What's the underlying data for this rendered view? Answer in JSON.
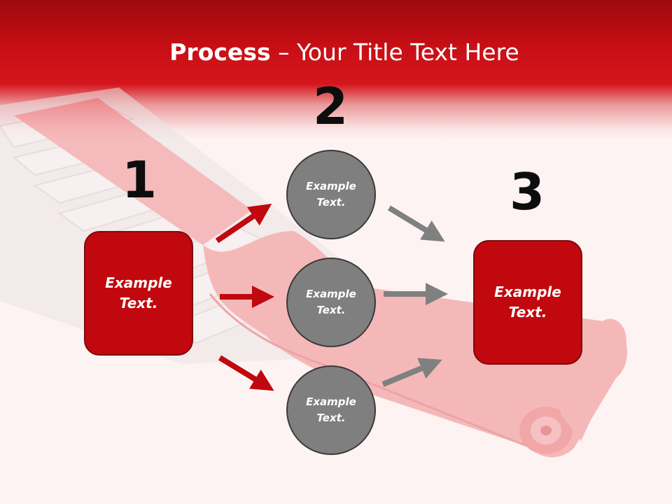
{
  "title": {
    "bold": "Process",
    "rest": " – Your Title Text Here"
  },
  "steps": {
    "one": "1",
    "two": "2",
    "three": "3"
  },
  "left_box": {
    "text_line1": "Example",
    "text_line2": "Text."
  },
  "right_box": {
    "text_line1": "Example",
    "text_line2": "Text."
  },
  "circles": [
    {
      "line1": "Example",
      "line2": "Text."
    },
    {
      "line1": "Example",
      "line2": "Text."
    },
    {
      "line1": "Example",
      "line2": "Text."
    }
  ],
  "colors": {
    "accent": "#c0080e",
    "header_dark": "#9c0a0e",
    "circle": "#7f7f7f",
    "arrow_gray": "#808080",
    "arrow_red": "#c0080e"
  }
}
